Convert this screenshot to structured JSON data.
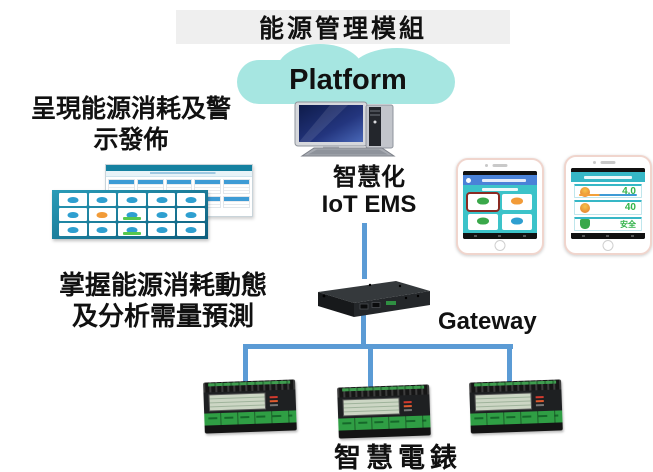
{
  "header": {
    "title": "能源管理模組"
  },
  "platform": {
    "label": "Platform"
  },
  "notes": {
    "display_line1": "呈現能源消耗及警",
    "display_line2": "示發佈",
    "analyze_line1": "掌握能源消耗動態",
    "analyze_line2": "及分析需量預測"
  },
  "ems": {
    "line1": "智慧化",
    "line2": "IoT EMS"
  },
  "gateway": {
    "label": "Gateway"
  },
  "meters": {
    "label": "智慧電錶"
  },
  "phone_right": {
    "metric1": "4.0",
    "metric2": "40",
    "status": "安全"
  },
  "colors": {
    "connector_blue": "#5b9bd5",
    "cloud_teal": "#a6e6e1",
    "title_bg": "#efefef",
    "dashboard_teal": "#1581a0",
    "meter_green": "#2f9e44",
    "status_green": "#33b34a"
  }
}
